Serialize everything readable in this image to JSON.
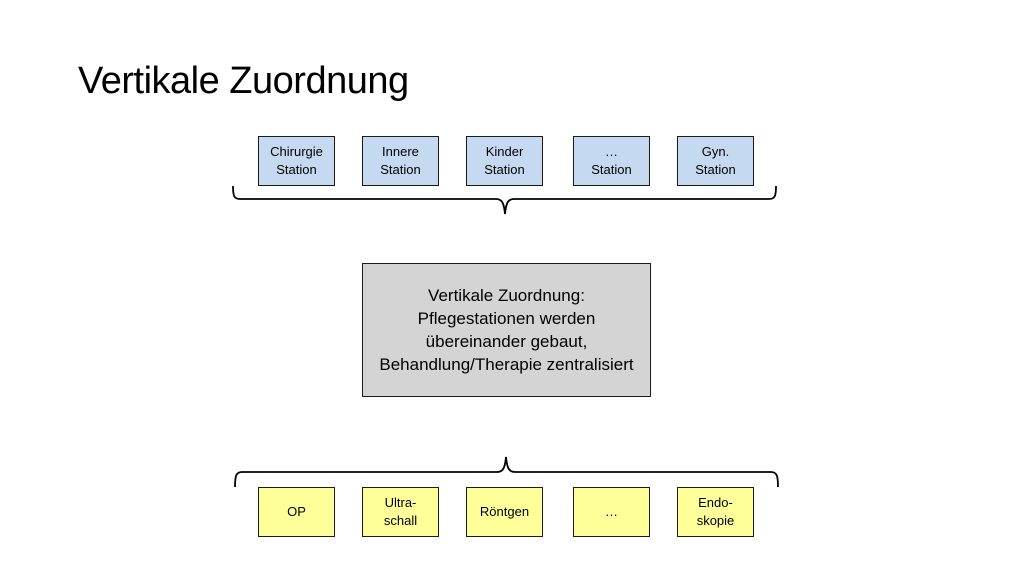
{
  "title": "Vertikale Zuordnung",
  "colors": {
    "station_fill": "#c5d9f1",
    "service_fill": "#ffff99",
    "center_fill": "#d4d4d4",
    "border": "#1a1a1a"
  },
  "stations": [
    {
      "label": "Chirurgie\nStation"
    },
    {
      "label": "Innere\nStation"
    },
    {
      "label": "Kinder\nStation"
    },
    {
      "label": "…\nStation"
    },
    {
      "label": "Gyn.\nStation"
    }
  ],
  "center": {
    "text": "Vertikale Zuordnung:\nPflegestationen werden\nübereinander gebaut,\nBehandlung/Therapie zentralisiert"
  },
  "services": [
    {
      "label": "OP"
    },
    {
      "label": "Ultra-\nschall"
    },
    {
      "label": "Röntgen"
    },
    {
      "label": "…"
    },
    {
      "label": "Endo-\nskopie"
    }
  ]
}
